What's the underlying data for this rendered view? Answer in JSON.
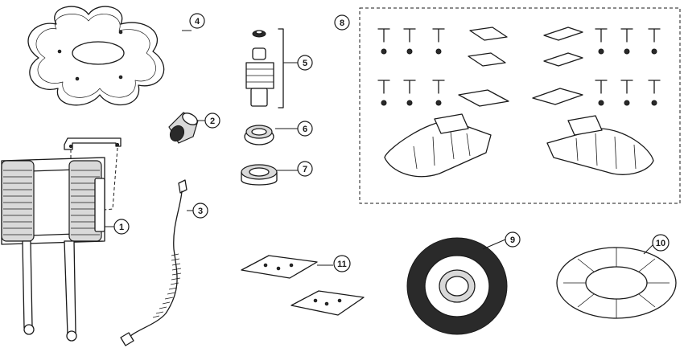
{
  "callouts": {
    "c1": "1",
    "c2": "2",
    "c3": "3",
    "c4": "4",
    "c5": "5",
    "c6": "6",
    "c7": "7",
    "c8": "8",
    "c9": "9",
    "c10": "10",
    "c11": "11"
  },
  "colors": {
    "line": "#1a1a1a",
    "background": "#ffffff",
    "shade": "#d9d9d9"
  }
}
